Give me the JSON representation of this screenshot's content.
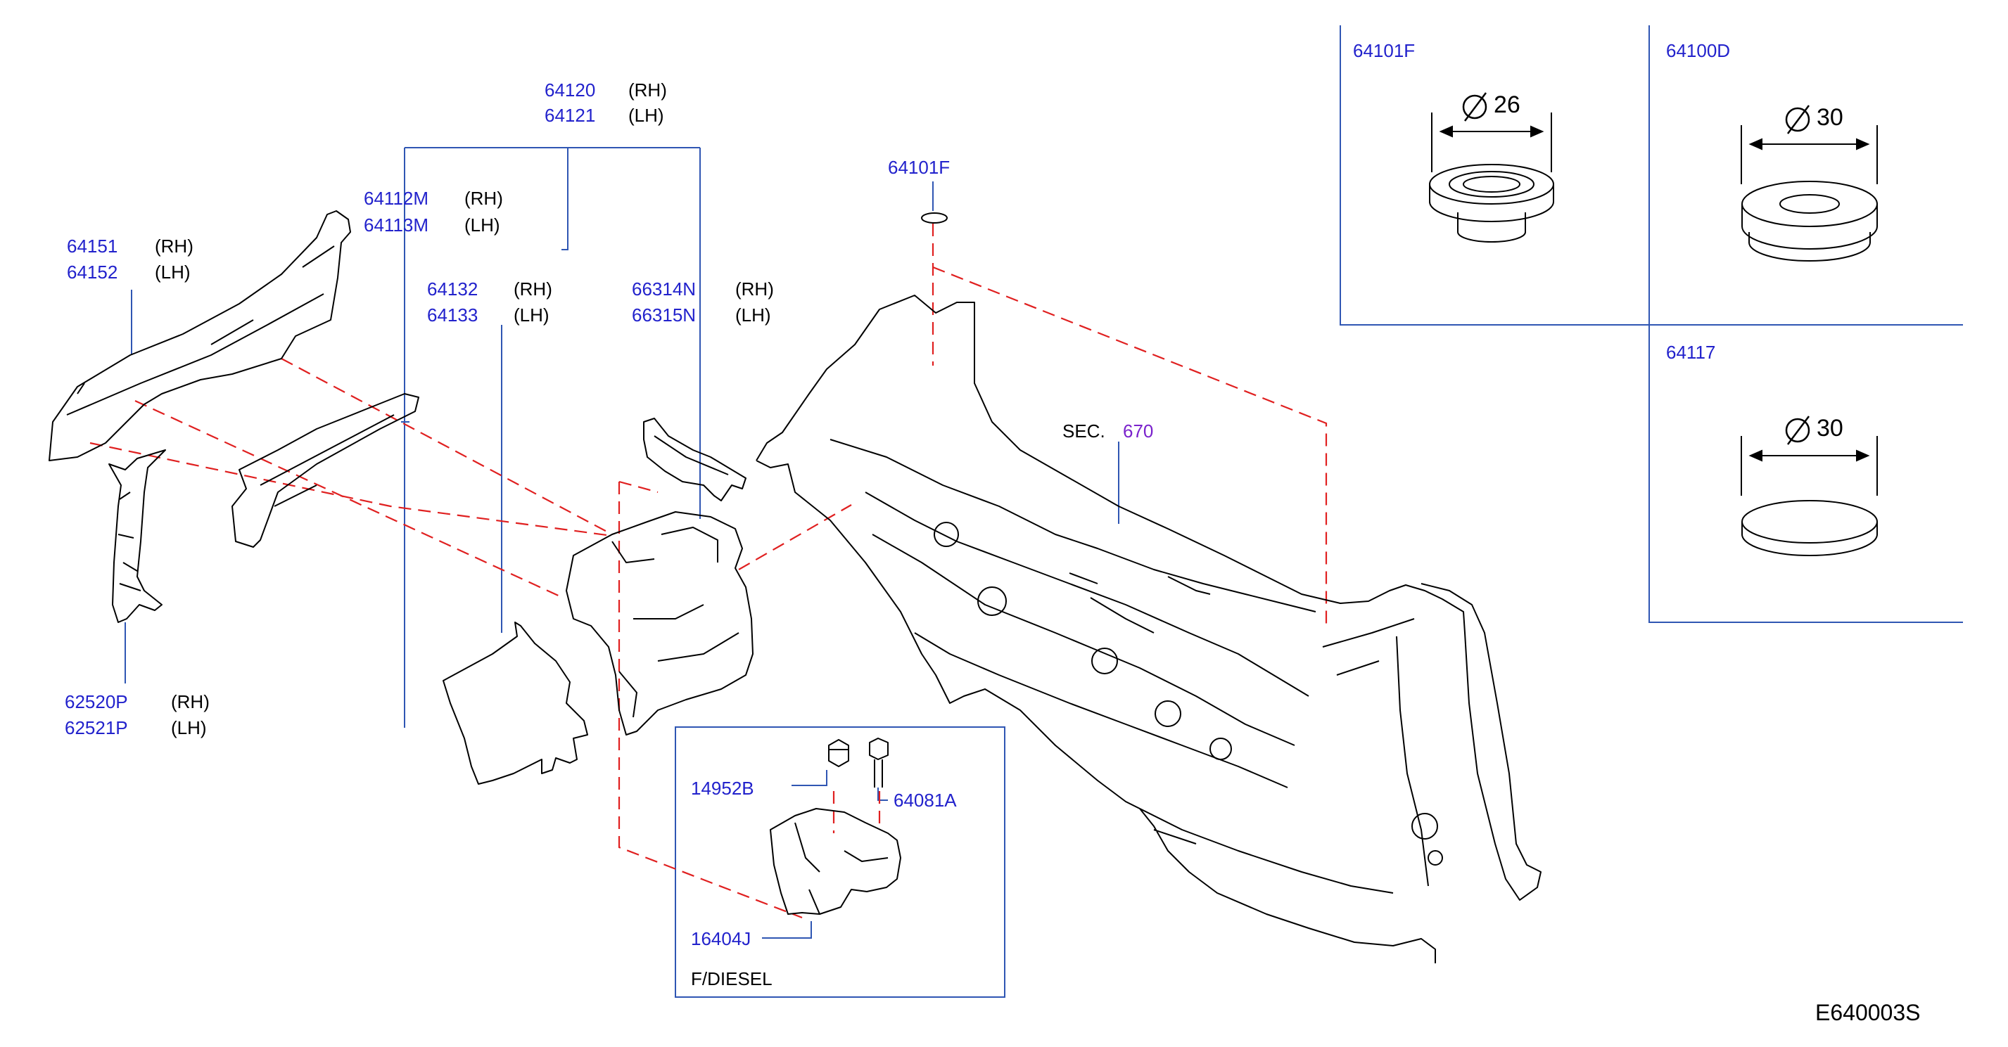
{
  "colors": {
    "part_number": "#2222cc",
    "section_ref": "#7a22cc",
    "leader": "#2f56b3",
    "dashed": "#e02020",
    "ink": "#000000"
  },
  "labels": {
    "p64120": "64120",
    "p64121": "64121",
    "p64112M": "64112M",
    "p64113M": "64113M",
    "p64151": "64151",
    "p64152": "64152",
    "p64132": "64132",
    "p64133": "64133",
    "p66314N": "66314N",
    "p66315N": "66315N",
    "p62520P": "62520P",
    "p62521P": "62521P",
    "p64101F_main": "64101F",
    "sec_prefix": "SEC.",
    "sec_num": "670",
    "p14952B": "14952B",
    "p64081A": "64081A",
    "p16404J": "16404J",
    "fdiesel": "F/DIESEL",
    "rh": "(RH)",
    "lh": "(LH)"
  },
  "insets": {
    "a": {
      "part": "64101F",
      "dimension": "26",
      "diameter_symbol": "⌀"
    },
    "b": {
      "part": "64100D",
      "dimension": "30",
      "diameter_symbol": "⌀"
    },
    "c": {
      "part": "64117",
      "dimension": "30",
      "diameter_symbol": "⌀"
    }
  },
  "reference_code": "E640003S"
}
